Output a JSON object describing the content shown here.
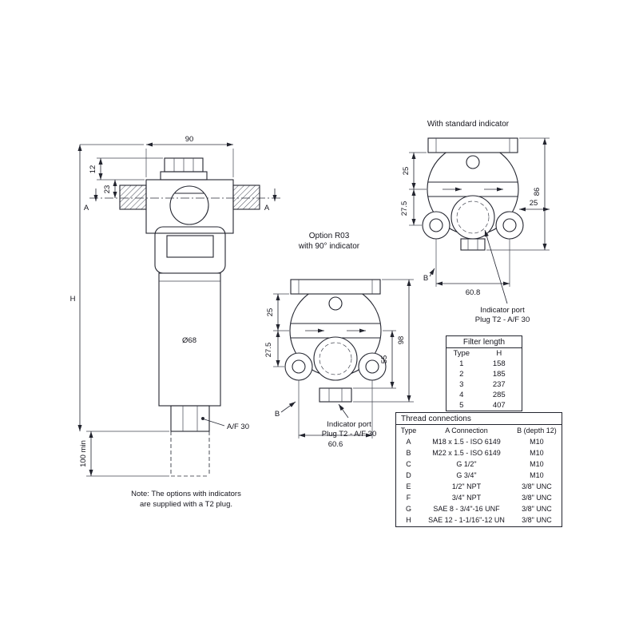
{
  "side_view": {
    "dim_90": "90",
    "dim_12": "12",
    "dim_23": "23",
    "section_a": "A",
    "dim_h": "H",
    "dim_diameter": "Ø68",
    "dim_af30": "A/F 30",
    "dim_100min": "100 min",
    "note_line1": "Note: The options with indicators",
    "note_line2": "are supplied with a T2 plug."
  },
  "r03_view": {
    "title_line1": "Option R03",
    "title_line2": "with 90° indicator",
    "dim_25": "25",
    "dim_27_5": "27.5",
    "dim_98": "98",
    "dim_55": "55",
    "dim_b": "B",
    "dim_60_6": "60.6",
    "indicator_line1": "Indicator port",
    "indicator_line2": "Plug T2 - A/F 30"
  },
  "standard_view": {
    "title": "With standard indicator",
    "dim_25_left": "25",
    "dim_27_5": "27.5",
    "dim_86": "86",
    "dim_25_right": "25",
    "dim_b": "B",
    "dim_60_8": "60.8",
    "indicator_line1": "Indicator port",
    "indicator_line2": "Plug T2 - A/F 30"
  },
  "filter_length_table": {
    "title": "Filter length",
    "headers": [
      "Type",
      "H"
    ],
    "rows": [
      [
        "1",
        "158"
      ],
      [
        "2",
        "185"
      ],
      [
        "3",
        "237"
      ],
      [
        "4",
        "285"
      ],
      [
        "5",
        "407"
      ]
    ]
  },
  "thread_table": {
    "title": "Thread connections",
    "headers": [
      "Type",
      "A  Connection",
      "B (depth 12)"
    ],
    "rows": [
      [
        "A",
        "M18 x 1.5 - ISO 6149",
        "M10"
      ],
      [
        "B",
        "M22 x 1.5 - ISO 6149",
        "M10"
      ],
      [
        "C",
        "G 1/2\"",
        "M10"
      ],
      [
        "D",
        "G 3/4\"",
        "M10"
      ],
      [
        "E",
        "1/2\" NPT",
        "3/8\" UNC"
      ],
      [
        "F",
        "3/4\" NPT",
        "3/8\" UNC"
      ],
      [
        "G",
        "SAE 8 - 3/4\"-16 UNF",
        "3/8\" UNC"
      ],
      [
        "H",
        "SAE 12 - 1-1/16\"-12 UN",
        "3/8\" UNC"
      ]
    ]
  }
}
